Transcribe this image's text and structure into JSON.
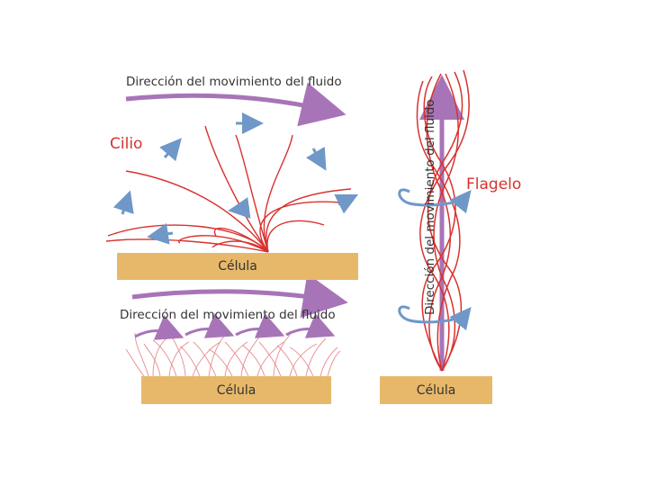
{
  "colors": {
    "cilia_red": "#d8322f",
    "fluid_arrow_purple": "#a874b8",
    "motion_arrow_blue": "#6f98c8",
    "cell_fill": "#e8b86a",
    "text": "#333333"
  },
  "cilium_panel": {
    "flow_label": "Dirección del movimiento del fluido",
    "title": "Cilio",
    "cell_label": "Célula"
  },
  "cilia_row_panel": {
    "flow_label": "Dirección del movimiento del fluido",
    "cell_label": "Célula"
  },
  "flagellum_panel": {
    "flow_label": "Dirección del movimiento del fluido",
    "title": "Flagelo",
    "cell_label": "Célula"
  }
}
